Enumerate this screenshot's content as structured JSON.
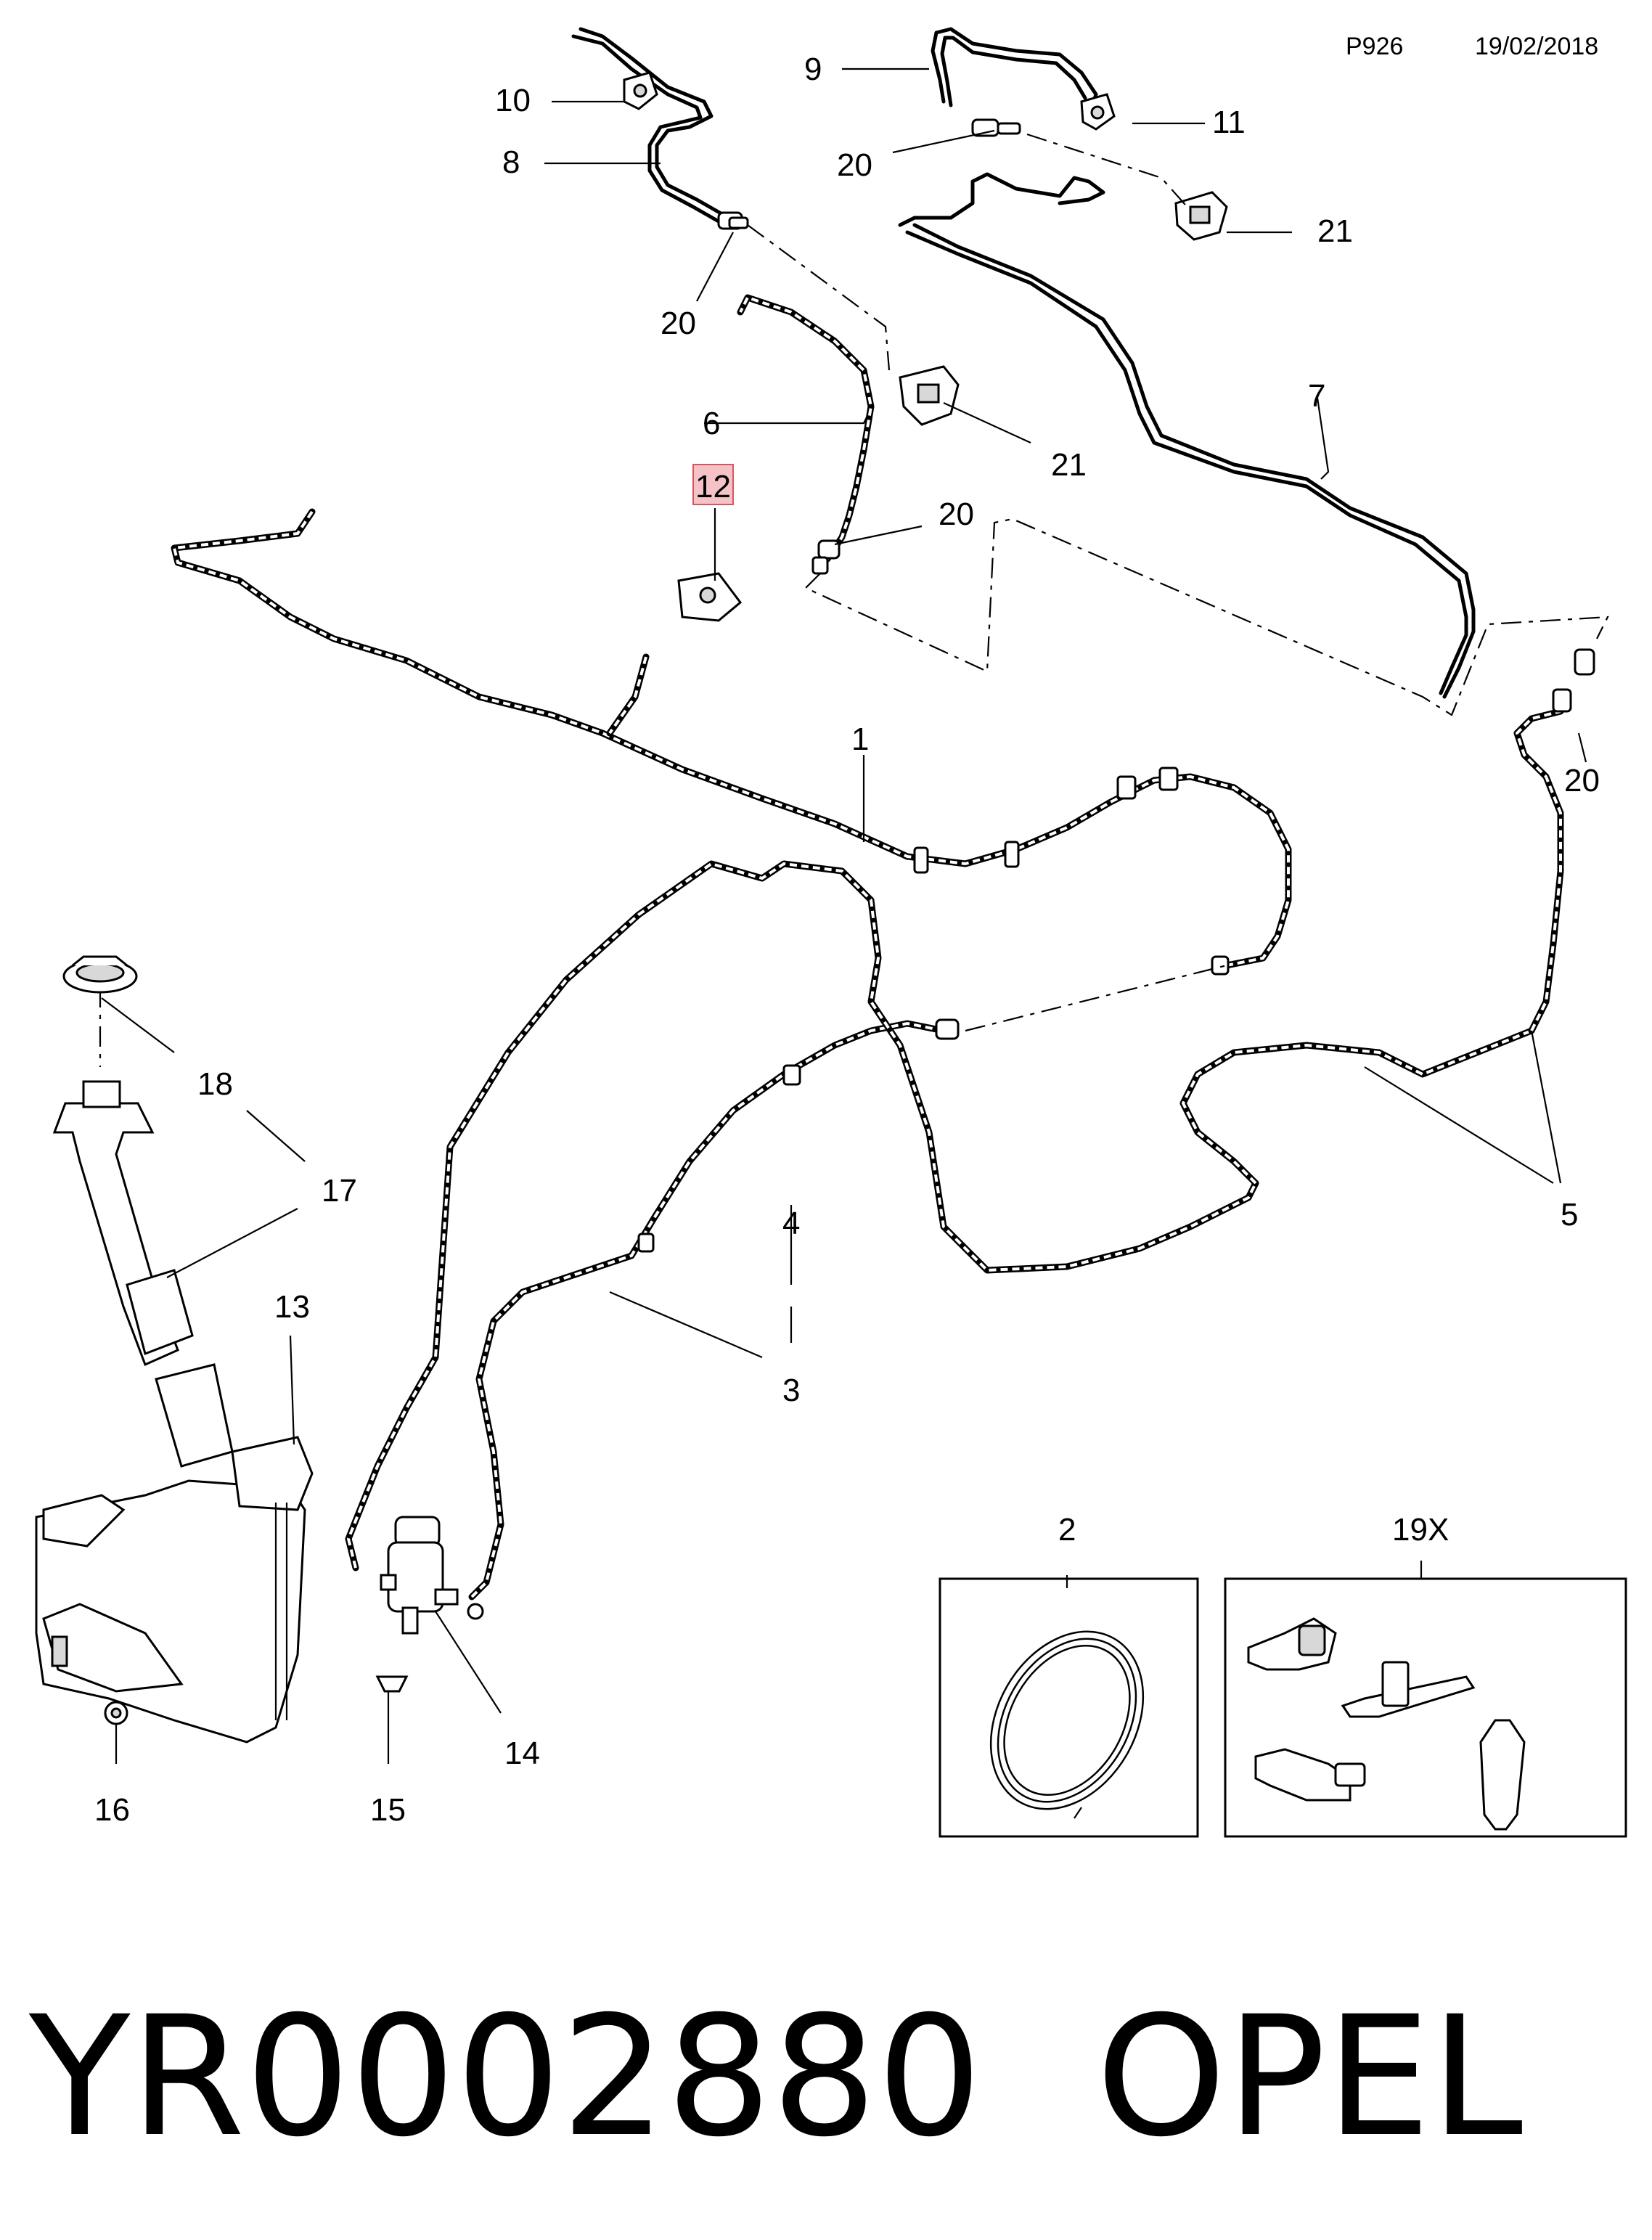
{
  "header": {
    "code": "P926",
    "date": "19/02/2018"
  },
  "footer": {
    "part_number": "YR0002880",
    "brand": "OPEL"
  },
  "callouts": {
    "c1": "1",
    "c2": "2",
    "c3": "3",
    "c4": "4",
    "c5": "5",
    "c6": "6",
    "c7": "7",
    "c8": "8",
    "c9": "9",
    "c10": "10",
    "c11": "11",
    "c12": "12",
    "c13": "13",
    "c14": "14",
    "c15": "15",
    "c16": "16",
    "c17": "17",
    "c18": "18",
    "c19x": "19X",
    "c20": "20",
    "c21": "21"
  },
  "highlight_color": "#f4c2c7",
  "highlight_border": "#d9545f"
}
